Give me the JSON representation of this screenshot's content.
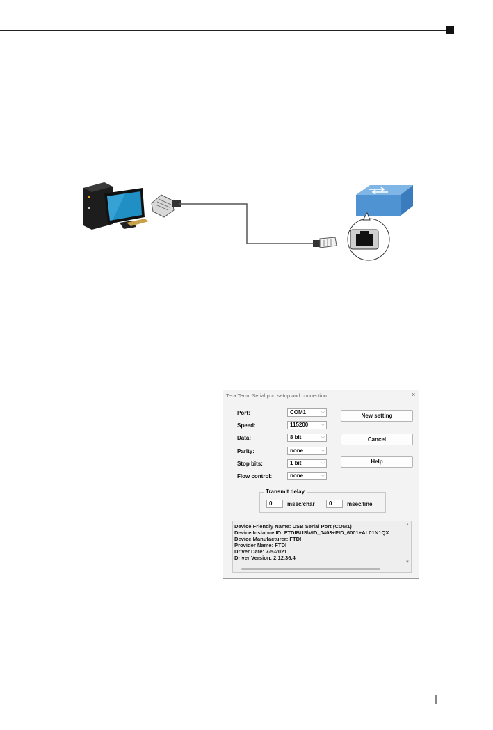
{
  "dialog": {
    "title": "Tera Term: Serial port setup and connection",
    "close_glyph": "×",
    "fields": [
      {
        "label": "Port:",
        "value": "COM1"
      },
      {
        "label": "Speed:",
        "value": "115200"
      },
      {
        "label": "Data:",
        "value": "8 bit"
      },
      {
        "label": "Parity:",
        "value": "none"
      },
      {
        "label": "Stop bits:",
        "value": "1 bit"
      },
      {
        "label": "Flow control:",
        "value": "none"
      }
    ],
    "chevron": "⌵",
    "buttons": {
      "new_setting": "New setting",
      "cancel": "Cancel",
      "help": "Help"
    },
    "transmit_delay": {
      "legend": "Transmit delay",
      "char_value": "0",
      "char_unit": "msec/char",
      "line_value": "0",
      "line_unit": "msec/line"
    },
    "info_lines": [
      "Device Friendly Name: USB Serial Port (COM1)",
      "Device Instance ID: FTDIBUS\\VID_0403+PID_6001+AL01N1QX",
      "Device Manufacturer: FTDI",
      "Provider Name: FTDI",
      "Driver Date: 7-5-2021",
      "Driver Version: 2.12.36.4"
    ],
    "scroll_up_glyph": "▲",
    "scroll_down_glyph": "▼"
  },
  "icons": {
    "computer": "computer-icon",
    "console_connector": "db9-connector-icon",
    "rj45_plug": "rj45-plug-icon",
    "switch": "network-switch-icon",
    "console_port": "console-port-icon"
  },
  "colors": {
    "switch_top": "#7fb6e6",
    "switch_front": "#4f93d3",
    "monitor_screen": "#1f8fc4",
    "dialog_bg": "#f3f3f3"
  }
}
